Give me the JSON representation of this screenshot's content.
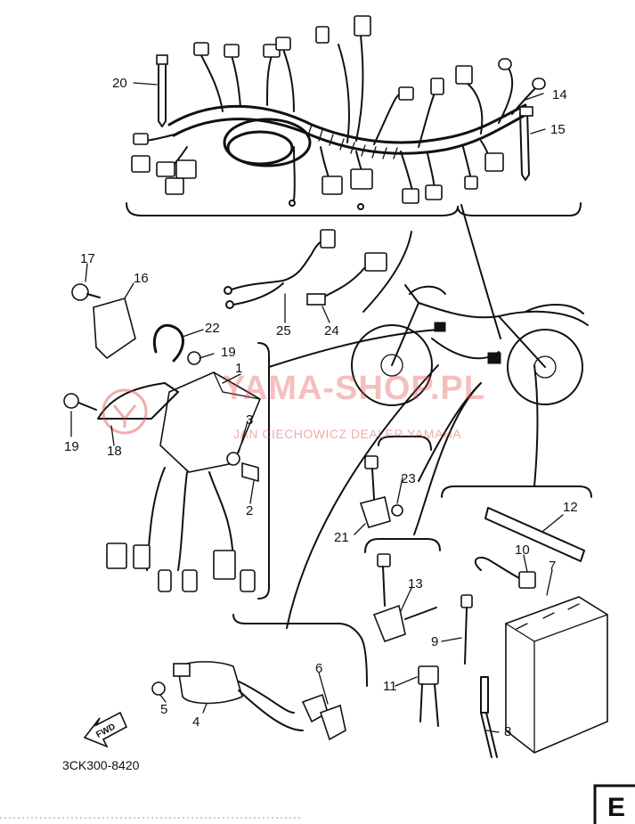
{
  "drawing_code": "3CK300-8420",
  "page_badge": "E",
  "direction_arrow_text": "FWD",
  "watermark": {
    "main": "YAMA-SHOP.PL",
    "sub": "JAN CIECHOWICZ DEALER YAMAHA"
  },
  "callouts": [
    {
      "id": "c1",
      "text": "1"
    },
    {
      "id": "c2",
      "text": "2"
    },
    {
      "id": "c3",
      "text": "3"
    },
    {
      "id": "c4",
      "text": "4"
    },
    {
      "id": "c5",
      "text": "5"
    },
    {
      "id": "c6",
      "text": "6"
    },
    {
      "id": "c7",
      "text": "7"
    },
    {
      "id": "c8",
      "text": "8"
    },
    {
      "id": "c9",
      "text": "9"
    },
    {
      "id": "c10",
      "text": "10"
    },
    {
      "id": "c11",
      "text": "11"
    },
    {
      "id": "c12",
      "text": "12"
    },
    {
      "id": "c13",
      "text": "13"
    },
    {
      "id": "c14",
      "text": "14"
    },
    {
      "id": "c15",
      "text": "15"
    },
    {
      "id": "c16",
      "text": "16"
    },
    {
      "id": "c17",
      "text": "17"
    },
    {
      "id": "c18",
      "text": "18"
    },
    {
      "id": "c19a",
      "text": "19"
    },
    {
      "id": "c19b",
      "text": "19"
    },
    {
      "id": "c20",
      "text": "20"
    },
    {
      "id": "c21",
      "text": "21"
    },
    {
      "id": "c22",
      "text": "22"
    },
    {
      "id": "c23",
      "text": "23"
    },
    {
      "id": "c24",
      "text": "24"
    },
    {
      "id": "c25",
      "text": "25"
    }
  ]
}
